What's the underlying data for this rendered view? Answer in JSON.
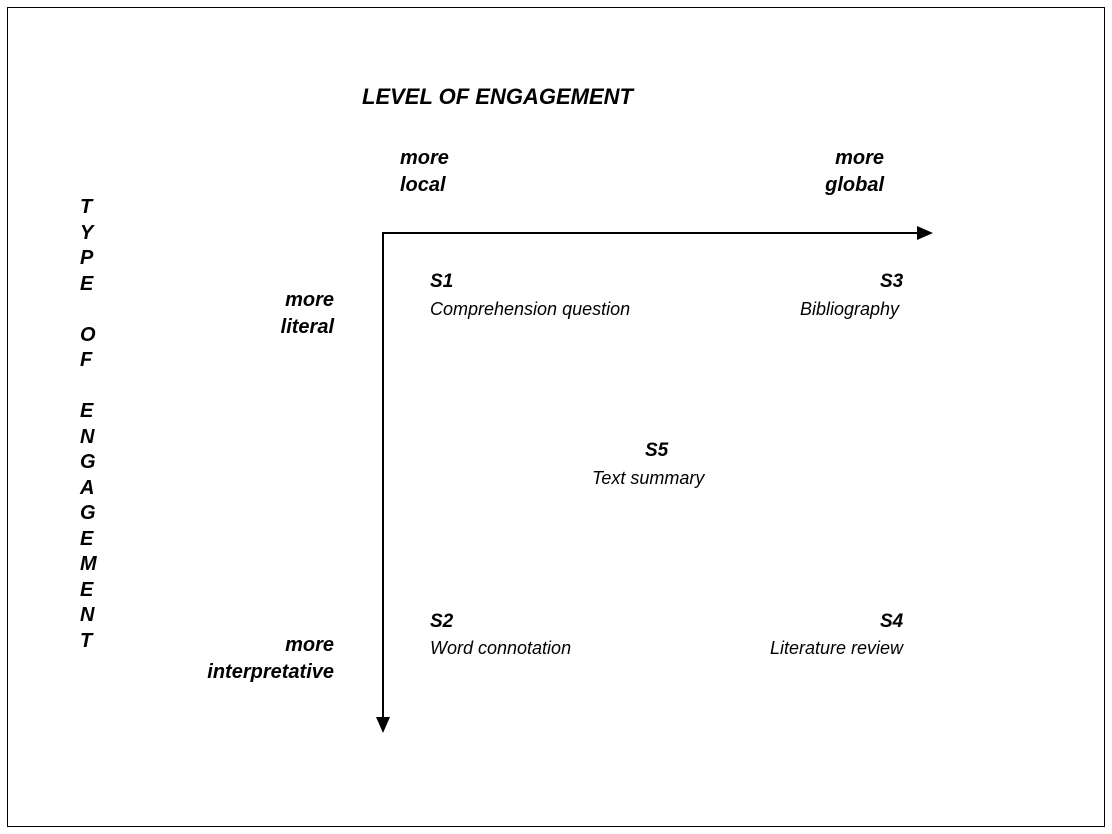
{
  "diagram": {
    "title": "LEVEL OF ENGAGEMENT",
    "vertical_title_letters": [
      "T",
      "Y",
      "P",
      "E",
      "",
      "O",
      "F",
      "",
      "E",
      "N",
      "G",
      "A",
      "G",
      "E",
      "M",
      "E",
      "N",
      "T"
    ],
    "columns": {
      "local": {
        "line1": "more",
        "line2": "local"
      },
      "global": {
        "line1": "more",
        "line2": "global"
      }
    },
    "rows": {
      "literal": {
        "line1": "more",
        "line2": "literal"
      },
      "interpretative": {
        "line1": "more",
        "line2": "interpretative"
      }
    },
    "cells": {
      "s1": {
        "id": "S1",
        "label": "Comprehension question"
      },
      "s2": {
        "id": "S2",
        "label": "Word connotation"
      },
      "s3": {
        "id": "S3",
        "label": "Bibliography"
      },
      "s4": {
        "id": "S4",
        "label": "Literature review"
      },
      "s5": {
        "id": "S5",
        "label": "Text summary"
      }
    }
  }
}
